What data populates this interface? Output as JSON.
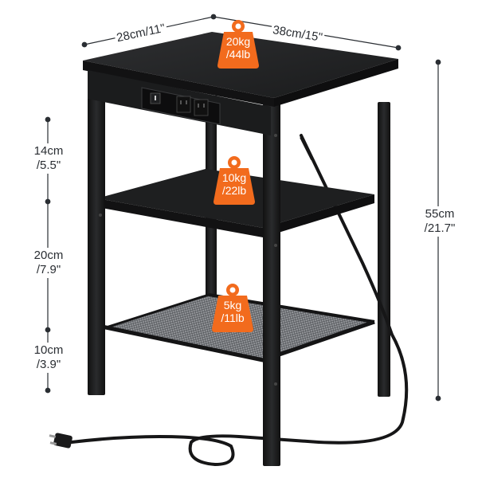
{
  "product": {
    "type": "3-tier end table with charging station",
    "color": "black",
    "accent_color": "#f26b1d",
    "dimension_line_color": "#2a2e33"
  },
  "dimensions": {
    "depth": "28cm/11\"",
    "width": "38cm/15\"",
    "height_total_line1": "55cm",
    "height_total_line2": "/21.7\"",
    "gap_top_line1": "14cm",
    "gap_top_line2": "/5.5\"",
    "gap_middle_line1": "20cm",
    "gap_middle_line2": "/7.9\"",
    "gap_bottom_line1": "10cm",
    "gap_bottom_line2": "/3.9\""
  },
  "load_capacity": {
    "top": {
      "line1": "20kg",
      "line2": "/44lb"
    },
    "middle": {
      "line1": "10kg",
      "line2": "/22lb"
    },
    "bottom": {
      "line1": "5kg",
      "line2": "/11lb"
    }
  },
  "power_strip": {
    "usb_ports": 1,
    "ac_outlets": 2,
    "cord_plug": "US 3-prong"
  }
}
